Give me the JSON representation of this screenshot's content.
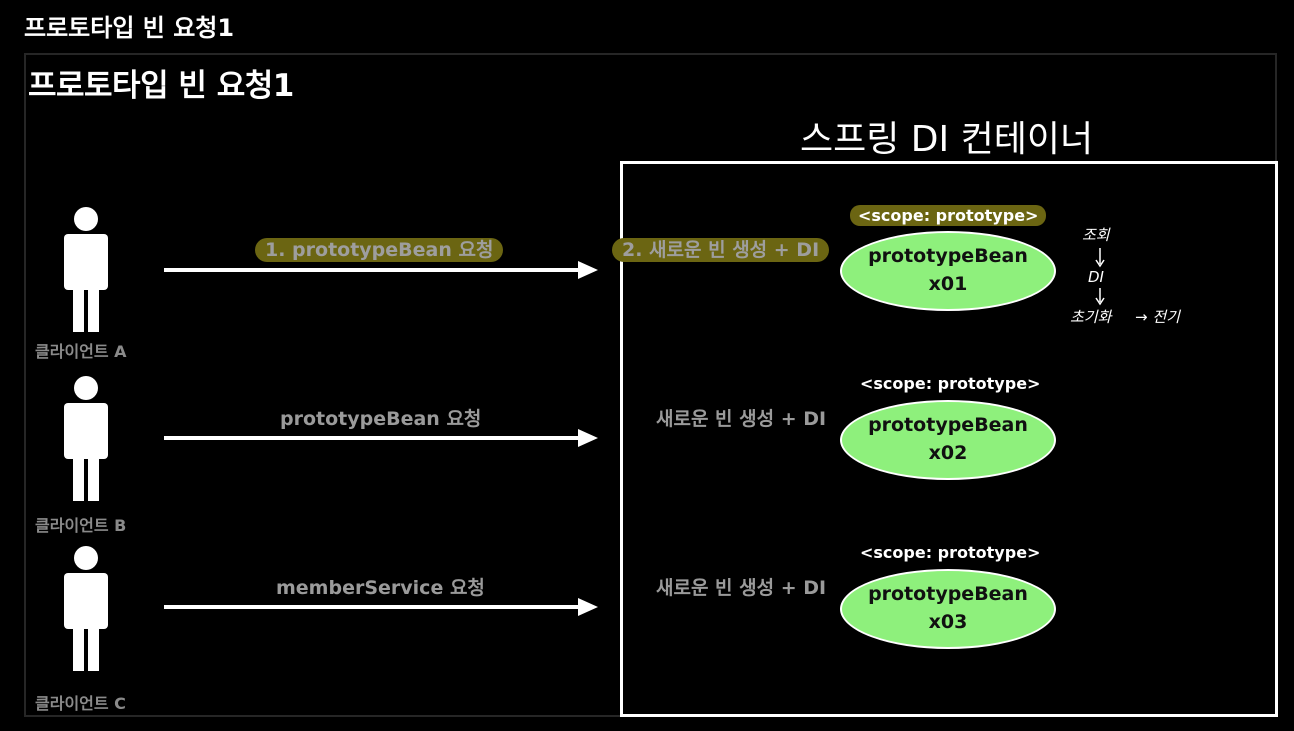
{
  "page_title": "프로토타입 빈 요청1",
  "slide_title": "프로토타입 빈 요청1",
  "container": {
    "label": "스프링 DI 컨테이너"
  },
  "clients": [
    {
      "label": "클라이언트 A"
    },
    {
      "label": "클라이언트 B"
    },
    {
      "label": "클라이언트 C"
    }
  ],
  "requests": [
    {
      "label": "1. prototypeBean 요청",
      "highlighted": true
    },
    {
      "label": "prototypeBean 요청",
      "highlighted": false
    },
    {
      "label": "memberService 요청",
      "highlighted": false
    }
  ],
  "creations": [
    {
      "label": "2. 새로운 빈 생성 + DI",
      "highlighted": true
    },
    {
      "label": "새로운 빈 생성 + DI",
      "highlighted": false
    },
    {
      "label": "새로운 빈 생성 + DI",
      "highlighted": false
    }
  ],
  "beans": [
    {
      "scope": "<scope: prototype>",
      "name": "prototypeBean",
      "id": "x01",
      "scope_highlighted": true
    },
    {
      "scope": "<scope: prototype>",
      "name": "prototypeBean",
      "id": "x02",
      "scope_highlighted": false
    },
    {
      "scope": "<scope: prototype>",
      "name": "prototypeBean",
      "id": "x03",
      "scope_highlighted": false
    }
  ],
  "handwritten_notes": {
    "line1": "조회",
    "line2": "DI",
    "line3": "초기화",
    "line4": "→ 전기"
  },
  "colors": {
    "bean_fill": "#8ef07c",
    "highlight": "#6b6512",
    "container_border": "#ffffff"
  }
}
